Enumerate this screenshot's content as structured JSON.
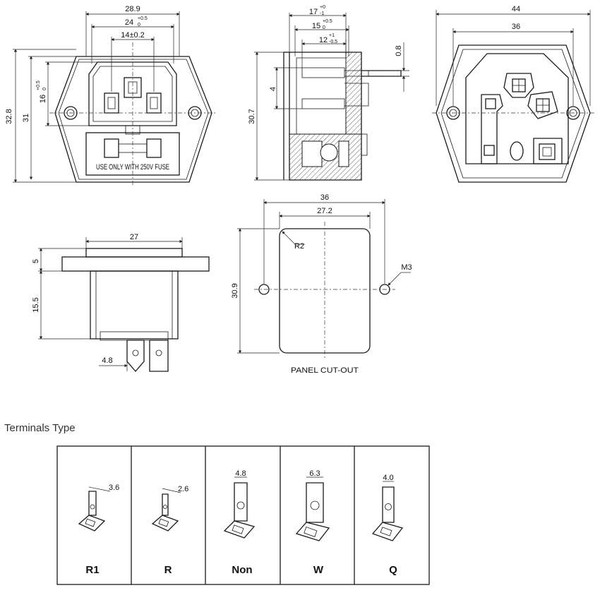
{
  "front_view": {
    "dims": {
      "overall_width": "28.9",
      "inner_width": "24",
      "inner_width_tol": "+0.5",
      "inner_width_tol2": "0",
      "pin_span": "14±0.2",
      "overall_height": "32.8",
      "body_height": "31",
      "socket_height": "16",
      "socket_height_tol": "+0.5",
      "socket_height_tol2": "0"
    },
    "fuse_text": "USE ONLY WITH 250V FUSE"
  },
  "side_view": {
    "dims": {
      "d17": "17",
      "d17_tol": "+0",
      "d17_tol2": "-1",
      "d15": "15",
      "d15_tol": "+0.5",
      "d15_tol2": "0",
      "d12": "12",
      "d12_tol": "+1",
      "d12_tol2": "-0.5",
      "d08": "0.8",
      "d4": "4",
      "d307": "30.7"
    }
  },
  "rear_view": {
    "dims": {
      "d44": "44",
      "d36": "36"
    }
  },
  "bottom_view": {
    "dims": {
      "d27": "27",
      "d5": "5",
      "d155": "15.5",
      "d48": "4.8"
    }
  },
  "panel_cutout": {
    "dims": {
      "d36": "36",
      "d272": "27.2",
      "d309": "30.9",
      "r2": "R2",
      "m3": "M3"
    },
    "caption": "PANEL CUT-OUT"
  },
  "terminals": {
    "title": "Terminals Type",
    "items": [
      {
        "label": "R1",
        "dim": "3.6"
      },
      {
        "label": "R",
        "dim": "2.6"
      },
      {
        "label": "Non",
        "dim": "4.8"
      },
      {
        "label": "W",
        "dim": "6.3"
      },
      {
        "label": "Q",
        "dim": "4.0"
      }
    ]
  }
}
